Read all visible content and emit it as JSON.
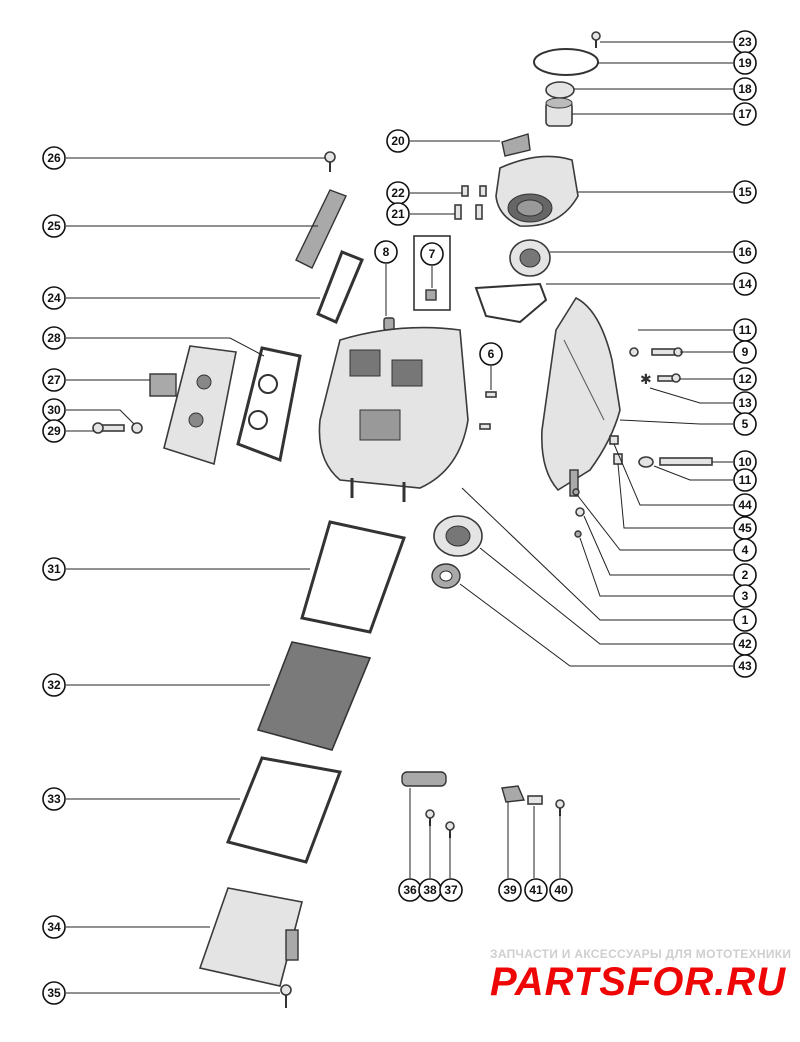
{
  "callouts": [
    {
      "label": "23",
      "side": "right"
    },
    {
      "label": "19",
      "side": "right"
    },
    {
      "label": "18",
      "side": "right"
    },
    {
      "label": "17",
      "side": "right"
    },
    {
      "label": "15",
      "side": "right"
    },
    {
      "label": "16",
      "side": "right"
    },
    {
      "label": "14",
      "side": "right"
    },
    {
      "label": "11",
      "side": "right"
    },
    {
      "label": "9",
      "side": "right"
    },
    {
      "label": "12",
      "side": "right"
    },
    {
      "label": "13",
      "side": "right"
    },
    {
      "label": "5",
      "side": "right"
    },
    {
      "label": "10",
      "side": "right"
    },
    {
      "label": "11",
      "side": "right"
    },
    {
      "label": "44",
      "side": "right"
    },
    {
      "label": "45",
      "side": "right"
    },
    {
      "label": "4",
      "side": "right"
    },
    {
      "label": "2",
      "side": "right"
    },
    {
      "label": "3",
      "side": "right"
    },
    {
      "label": "1",
      "side": "right"
    },
    {
      "label": "42",
      "side": "right"
    },
    {
      "label": "43",
      "side": "right"
    },
    {
      "label": "26",
      "side": "left"
    },
    {
      "label": "25",
      "side": "left"
    },
    {
      "label": "24",
      "side": "left"
    },
    {
      "label": "28",
      "side": "left"
    },
    {
      "label": "27",
      "side": "left"
    },
    {
      "label": "30",
      "side": "left"
    },
    {
      "label": "29",
      "side": "left"
    },
    {
      "label": "31",
      "side": "left"
    },
    {
      "label": "32",
      "side": "left"
    },
    {
      "label": "33",
      "side": "left"
    },
    {
      "label": "34",
      "side": "left"
    },
    {
      "label": "35",
      "side": "left"
    },
    {
      "label": "20",
      "side": "center"
    },
    {
      "label": "22",
      "side": "center"
    },
    {
      "label": "21",
      "side": "center"
    },
    {
      "label": "8",
      "side": "center"
    },
    {
      "label": "7",
      "side": "center"
    },
    {
      "label": "6",
      "side": "center"
    },
    {
      "label": "36",
      "side": "bottom"
    },
    {
      "label": "38",
      "side": "bottom"
    },
    {
      "label": "37",
      "side": "bottom"
    },
    {
      "label": "39",
      "side": "bottom"
    },
    {
      "label": "41",
      "side": "bottom"
    },
    {
      "label": "40",
      "side": "bottom"
    }
  ],
  "watermark": {
    "tagline": "ЗАПЧАСТИ И АКСЕССУАРЫ ДЛЯ МОТОТЕХНИКИ",
    "logo": "PARTSFOR.RU",
    "logo_color": "#ee0606"
  }
}
